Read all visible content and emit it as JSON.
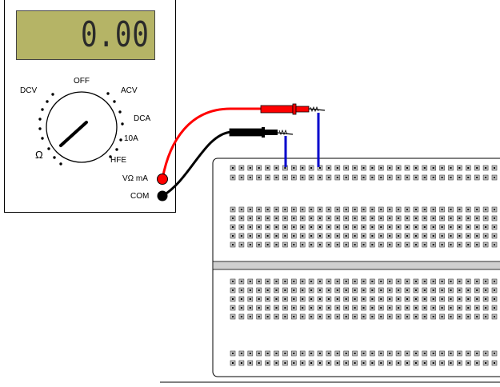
{
  "display": {
    "reading": "0.00"
  },
  "dial_labels": {
    "dcv": "DCV",
    "off": "OFF",
    "acv": "ACV",
    "dca": "DCA",
    "ten_a": "10A",
    "hfe": "HFE",
    "ohm": "Ω"
  },
  "jacks": {
    "v_ohm_ma": "VΩ mA",
    "com": "COM"
  },
  "colors": {
    "meter_body": "#ffffff",
    "lcd_background": "#b5b466",
    "red_lead": "#ff0000",
    "black_lead": "#000000",
    "probe_wire": "#0000cc",
    "breadboard": "#ffffff",
    "breadboard_groove": "#cccccc"
  },
  "dial": {
    "selected": "Ω"
  }
}
